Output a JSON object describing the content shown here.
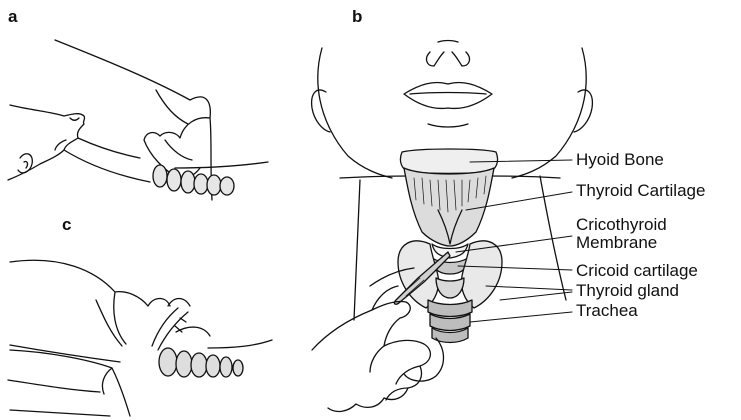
{
  "panels": {
    "a": "a",
    "b": "b",
    "c": "c"
  },
  "labels": {
    "hyoid_bone": "Hyoid Bone",
    "thyroid_cartilage": "Thyroid Cartilage",
    "cricothyroid_line1": "Cricothyroid",
    "cricothyroid_line2": "Membrane",
    "cricoid_cartilage": "Cricoid cartilage",
    "thyroid_gland": "Thyroid gland",
    "trachea": "Trachea"
  },
  "colors": {
    "line": "#111111",
    "shade_light": "#e6e6e6",
    "shade_mid": "#cfcfcf",
    "shade_dark": "#a9a9a9",
    "background": "#ffffff"
  }
}
